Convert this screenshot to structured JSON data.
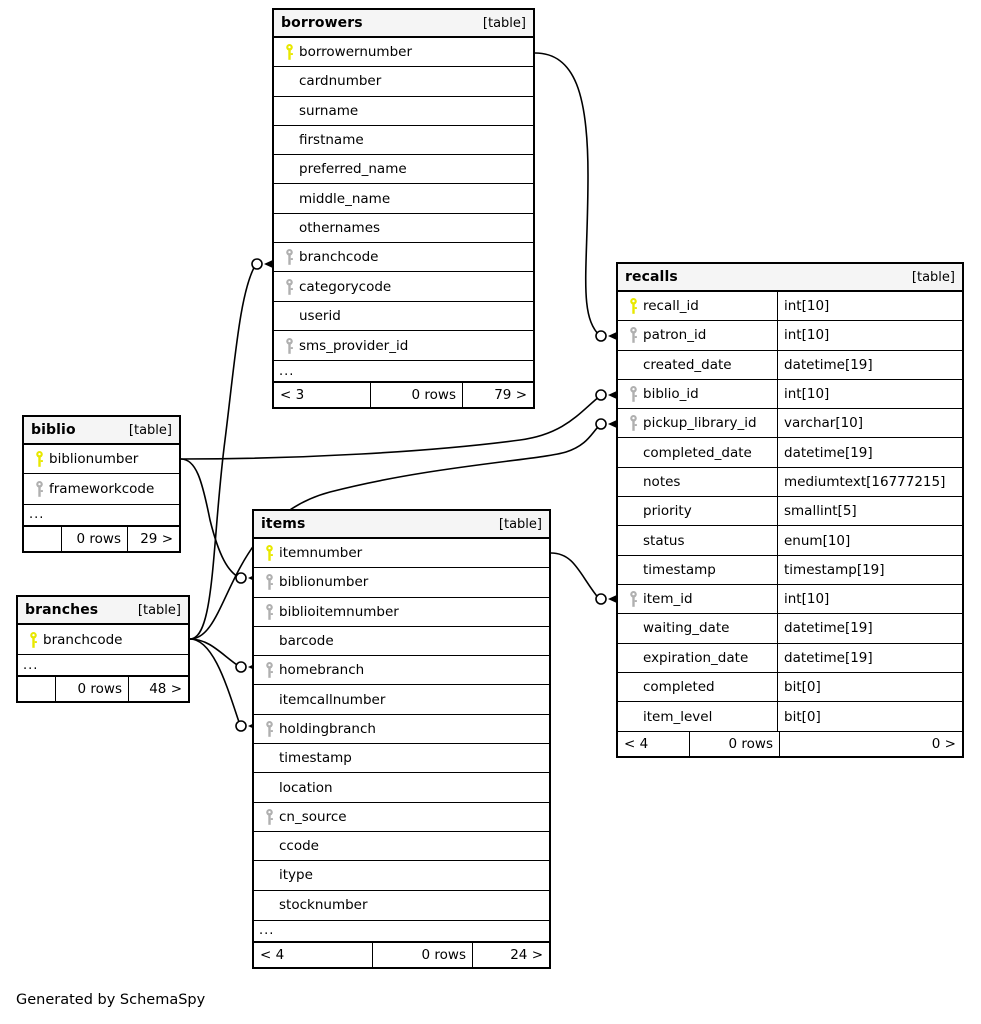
{
  "caption": "Generated by SchemaSpy",
  "labels": {
    "table_tag": "[table]",
    "ellipsis": "...",
    "rows_suffix": "0 rows"
  },
  "colors": {
    "primary_key": "#e8e800",
    "foreign_key": "#b0b0b0",
    "header_bg": "#f5f5f5",
    "border": "#000000",
    "background": "#ffffff"
  },
  "tables": [
    {
      "id": "borrowers",
      "name": "borrowers",
      "tag": "[table]",
      "columns": [
        {
          "name": "borrowernumber",
          "key": "primary"
        },
        {
          "name": "cardnumber",
          "key": "none"
        },
        {
          "name": "surname",
          "key": "none"
        },
        {
          "name": "firstname",
          "key": "none"
        },
        {
          "name": "preferred_name",
          "key": "none"
        },
        {
          "name": "middle_name",
          "key": "none"
        },
        {
          "name": "othernames",
          "key": "none"
        },
        {
          "name": "branchcode",
          "key": "foreign"
        },
        {
          "name": "categorycode",
          "key": "foreign"
        },
        {
          "name": "userid",
          "key": "none"
        },
        {
          "name": "sms_provider_id",
          "key": "foreign"
        }
      ],
      "more": "...",
      "footer": {
        "left": "< 3",
        "middle": "0 rows",
        "right": "79 >"
      }
    },
    {
      "id": "recalls",
      "name": "recalls",
      "tag": "[table]",
      "columns": [
        {
          "name": "recall_id",
          "type": "int[10]",
          "key": "primary"
        },
        {
          "name": "patron_id",
          "type": "int[10]",
          "key": "foreign"
        },
        {
          "name": "created_date",
          "type": "datetime[19]",
          "key": "none"
        },
        {
          "name": "biblio_id",
          "type": "int[10]",
          "key": "foreign"
        },
        {
          "name": "pickup_library_id",
          "type": "varchar[10]",
          "key": "foreign"
        },
        {
          "name": "completed_date",
          "type": "datetime[19]",
          "key": "none"
        },
        {
          "name": "notes",
          "type": "mediumtext[16777215]",
          "key": "none"
        },
        {
          "name": "priority",
          "type": "smallint[5]",
          "key": "none"
        },
        {
          "name": "status",
          "type": "enum[10]",
          "key": "none"
        },
        {
          "name": "timestamp",
          "type": "timestamp[19]",
          "key": "none"
        },
        {
          "name": "item_id",
          "type": "int[10]",
          "key": "foreign"
        },
        {
          "name": "waiting_date",
          "type": "datetime[19]",
          "key": "none"
        },
        {
          "name": "expiration_date",
          "type": "datetime[19]",
          "key": "none"
        },
        {
          "name": "completed",
          "type": "bit[0]",
          "key": "none"
        },
        {
          "name": "item_level",
          "type": "bit[0]",
          "key": "none"
        }
      ],
      "more": null,
      "footer": {
        "left": "< 4",
        "middle": "0 rows",
        "right": "0 >"
      }
    },
    {
      "id": "biblio",
      "name": "biblio",
      "tag": "[table]",
      "columns": [
        {
          "name": "biblionumber",
          "key": "primary"
        },
        {
          "name": "frameworkcode",
          "key": "foreign"
        }
      ],
      "more": "...",
      "footer": {
        "left": "",
        "middle": "0 rows",
        "right": "29 >"
      }
    },
    {
      "id": "branches",
      "name": "branches",
      "tag": "[table]",
      "columns": [
        {
          "name": "branchcode",
          "key": "primary"
        }
      ],
      "more": "...",
      "footer": {
        "left": "",
        "middle": "0 rows",
        "right": "48 >"
      }
    },
    {
      "id": "items",
      "name": "items",
      "tag": "[table]",
      "columns": [
        {
          "name": "itemnumber",
          "key": "primary"
        },
        {
          "name": "biblionumber",
          "key": "foreign"
        },
        {
          "name": "biblioitemnumber",
          "key": "foreign"
        },
        {
          "name": "barcode",
          "key": "none"
        },
        {
          "name": "homebranch",
          "key": "foreign"
        },
        {
          "name": "itemcallnumber",
          "key": "none"
        },
        {
          "name": "holdingbranch",
          "key": "foreign"
        },
        {
          "name": "timestamp",
          "key": "none"
        },
        {
          "name": "location",
          "key": "none"
        },
        {
          "name": "cn_source",
          "key": "foreign"
        },
        {
          "name": "ccode",
          "key": "none"
        },
        {
          "name": "itype",
          "key": "none"
        },
        {
          "name": "stocknumber",
          "key": "none"
        }
      ],
      "more": "...",
      "footer": {
        "left": "< 4",
        "middle": "0 rows",
        "right": "24 >"
      }
    }
  ],
  "relationships": [
    {
      "id": "borrowers-recalls",
      "from": "borrowers.borrowernumber",
      "to": "recalls.patron_id"
    },
    {
      "id": "biblio-recalls",
      "from": "biblio.biblionumber",
      "to": "recalls.biblio_id"
    },
    {
      "id": "branches-recalls",
      "from": "branches.branchcode",
      "to": "recalls.pickup_library_id"
    },
    {
      "id": "items-recalls",
      "from": "items.itemnumber",
      "to": "recalls.item_id"
    },
    {
      "id": "branches-borrowers",
      "from": "branches.branchcode",
      "to": "borrowers.branchcode"
    },
    {
      "id": "biblio-items",
      "from": "biblio.biblionumber",
      "to": "items.biblionumber"
    },
    {
      "id": "branches-items-home",
      "from": "branches.branchcode",
      "to": "items.homebranch"
    },
    {
      "id": "branches-items-holding",
      "from": "branches.branchcode",
      "to": "items.holdingbranch"
    }
  ]
}
